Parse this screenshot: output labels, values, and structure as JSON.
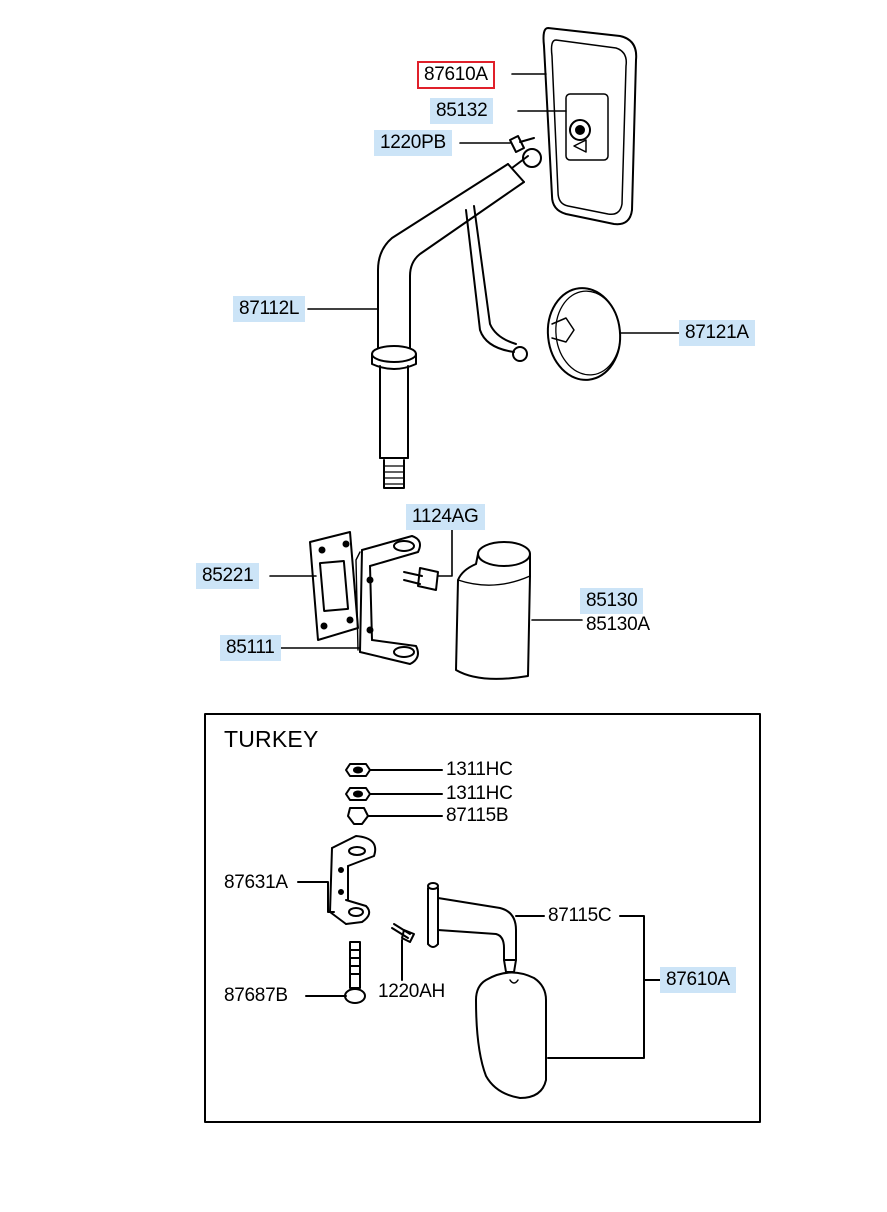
{
  "colors": {
    "highlight": "#cce4f7",
    "selected_border": "#e0202a",
    "line": "#000000"
  },
  "panel": {
    "title": "TURKEY"
  },
  "labels": {
    "p87610A_top": "87610A",
    "p85132": "85132",
    "p1220PB": "1220PB",
    "p87112L": "87112L",
    "p87121A": "87121A",
    "p1124AG": "1124AG",
    "p85221": "85221",
    "p85130": "85130",
    "p85130A": "85130A",
    "p85111": "85111",
    "p1311HC_1": "1311HC",
    "p1311HC_2": "1311HC",
    "p87115B": "87115B",
    "p87631A": "87631A",
    "p87115C": "87115C",
    "p87610A_bottom": "87610A",
    "p87687B": "87687B",
    "p1220AH": "1220AH"
  }
}
